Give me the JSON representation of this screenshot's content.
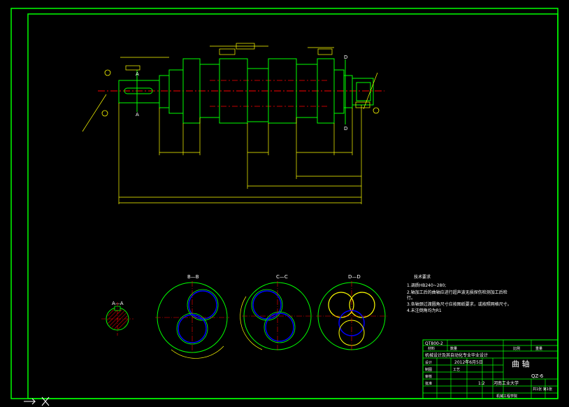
{
  "colors": {
    "background": "#000000",
    "border": "#00ff00",
    "shaft": "#00ff00",
    "dimension": "#ffff00",
    "centerline": "#ff0000",
    "text": "#ffffff",
    "circle_blue": "#0000ff",
    "hatch": "#ff0000"
  },
  "views": {
    "main": {
      "labels": [
        "D",
        "D",
        "A",
        "A"
      ]
    },
    "section_aa": {
      "label": "A—A"
    },
    "section_bb": {
      "label": "B—B"
    },
    "section_cc": {
      "label": "C—C"
    },
    "section_dd": {
      "label": "D—D"
    }
  },
  "tech_requirements": {
    "title": "技术要求",
    "items": [
      "1.调质HB240~280;",
      "2.轴加工后的曲轴应进行超声波无损探伤检测加工后检",
      "行。",
      "3.各轴颈过渡圆角尺寸应按图纸要求，或按照网格尺寸。",
      "4.未注倒角均为R1"
    ]
  },
  "title_block": {
    "drawing_no": "QT800-2",
    "material_label": "材料",
    "count_label": "数量",
    "scale_label": "比例",
    "scale_value": "1:2",
    "weight_label": "重量",
    "school": "机械设计及其自动化专业毕业设计",
    "date": "2012年6月5日",
    "part_name": "曲  轴",
    "part_code": "QZ-6",
    "designer_label": "设计",
    "drafter_label": "制图",
    "checker_label": "审核",
    "process_label": "工艺",
    "approver_label": "批准",
    "university": "河南工业大学",
    "dept": "机械工程学院",
    "sheet_label": "共1张 第1张"
  }
}
